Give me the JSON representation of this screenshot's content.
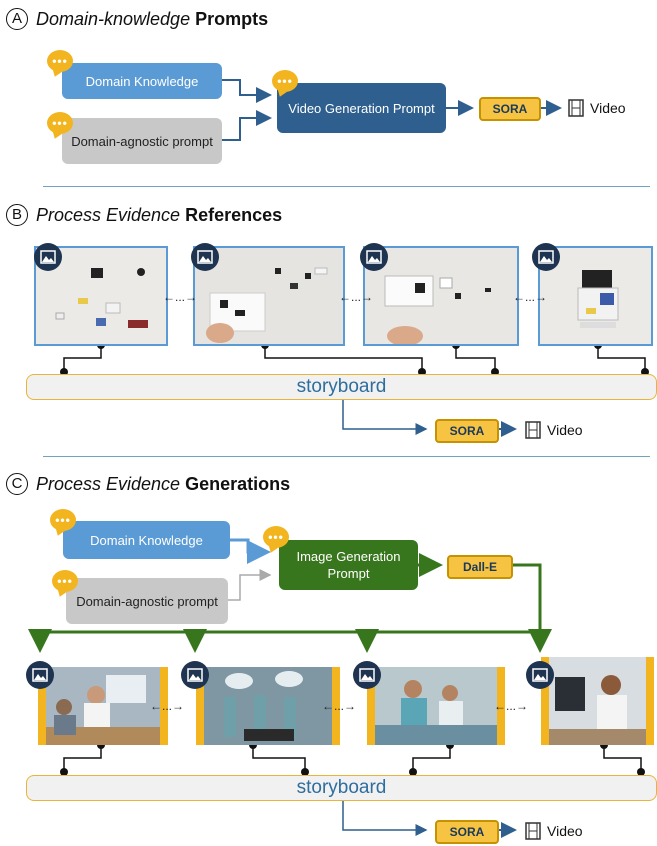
{
  "section_a": {
    "letter": "A",
    "title_italic": "Domain-knowledge",
    "title_bold": "Prompts",
    "domain_knowledge": "Domain Knowledge",
    "domain_agnostic": "Domain-agnostic prompt",
    "video_prompt": "Video Generation Prompt",
    "sora": "SORA",
    "video": "Video"
  },
  "section_b": {
    "letter": "B",
    "title_italic": "Process Evidence",
    "title_bold": "References",
    "ellipsis": "←...→",
    "storyboard": "storyboard",
    "sora": "SORA",
    "video": "Video"
  },
  "section_c": {
    "letter": "C",
    "title_italic": "Process Evidence",
    "title_bold": "Generations",
    "domain_knowledge": "Domain Knowledge",
    "domain_agnostic": "Domain-agnostic prompt",
    "image_prompt": "Image Generation Prompt",
    "dalle": "Dall-E",
    "ellipsis": "←...→",
    "storyboard": "storyboard",
    "sora": "SORA",
    "video": "Video"
  },
  "colors": {
    "light_blue": "#5b9bd5",
    "dark_blue": "#2e5f8e",
    "gray": "#c8c8c8",
    "green": "#38761d",
    "yellow": "#f6c343",
    "storyboard_text": "#2e6e9e"
  },
  "icons": [
    "chat-bubble-icon",
    "image-icon",
    "film-icon"
  ]
}
